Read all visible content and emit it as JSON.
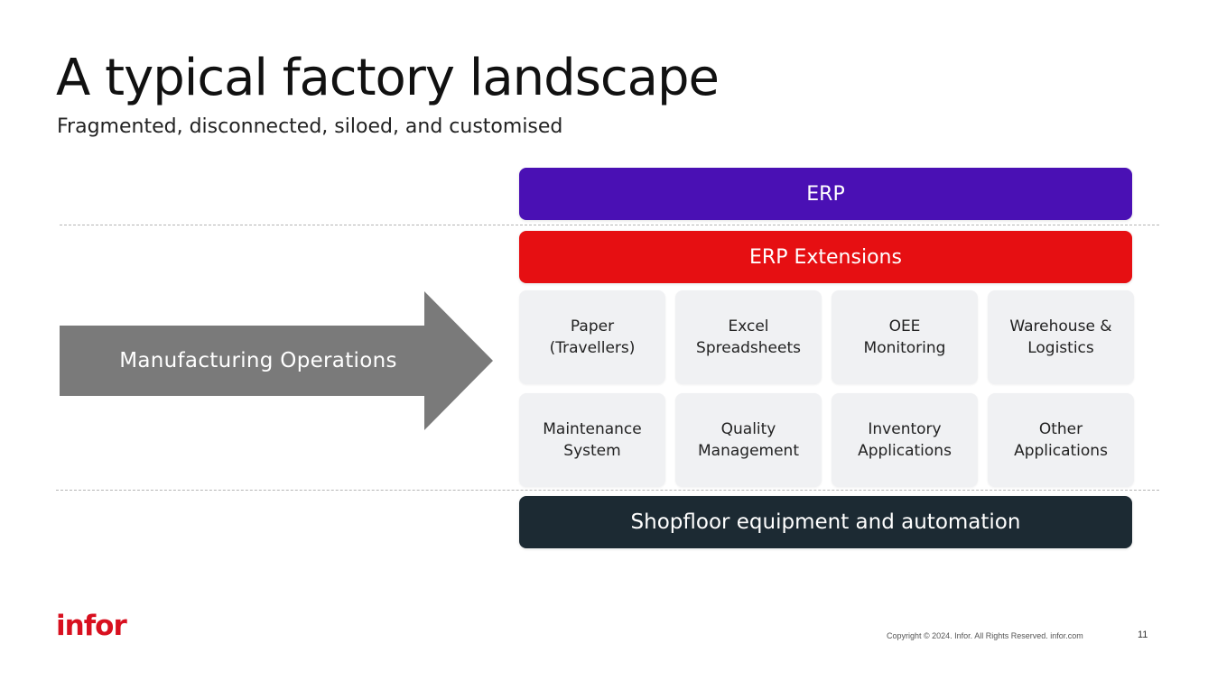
{
  "title": "A typical factory landscape",
  "subtitle": "Fragmented, disconnected, siloed, and customised",
  "arrow": {
    "label": "Manufacturing Operations",
    "color": "#7a7a7a"
  },
  "layers": {
    "erp": {
      "label": "ERP",
      "color": "#4a10b4"
    },
    "erp_extensions": {
      "label": "ERP Extensions",
      "color": "#e60f12"
    },
    "shopfloor": {
      "label": "Shopfloor equipment and automation",
      "color": "#1c2a33"
    }
  },
  "systems": [
    {
      "line1": "Paper",
      "line2": "(Travellers)"
    },
    {
      "line1": "Excel",
      "line2": "Spreadsheets"
    },
    {
      "line1": "OEE",
      "line2": "Monitoring"
    },
    {
      "line1": "Warehouse &",
      "line2": "Logistics"
    },
    {
      "line1": "Maintenance",
      "line2": "System"
    },
    {
      "line1": "Quality",
      "line2": "Management"
    },
    {
      "line1": "Inventory",
      "line2": "Applications"
    },
    {
      "line1": "Other",
      "line2": "Applications"
    }
  ],
  "footer": {
    "logo": "infor",
    "copyright": "Copyright © 2024. Infor. All Rights Reserved. infor.com",
    "page_number": "11"
  }
}
